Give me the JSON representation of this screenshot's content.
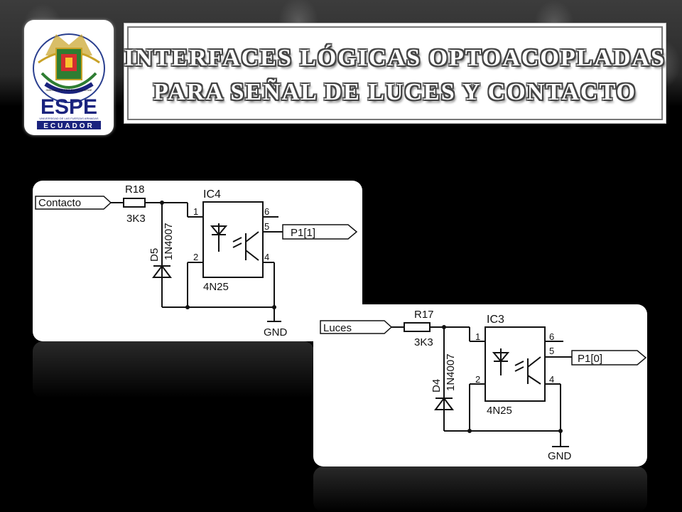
{
  "title": {
    "line1": "Interfaces lógicas optoacopladas",
    "line2": "para señal de luces y contacto"
  },
  "logo": {
    "name": "ESPE",
    "motto": "INNOVATIÓN PRO EXCELLENTIAE",
    "university": "UNIVERSIDAD DE LAS FUERZAS ARMADAS",
    "country": "ECUADOR"
  },
  "circuit1": {
    "input": "Contacto",
    "resistor": "R18",
    "resistor_value": "3K3",
    "ic": "IC4",
    "ic_part": "4N25",
    "diode": "D5",
    "diode_part": "1N4007",
    "pin1": "1",
    "pin2": "2",
    "pin4": "4",
    "pin5": "5",
    "pin6": "6",
    "output": "P1[1]",
    "gnd": "GND"
  },
  "circuit2": {
    "input": "Luces",
    "resistor": "R17",
    "resistor_value": "3K3",
    "ic": "IC3",
    "ic_part": "4N25",
    "diode": "D4",
    "diode_part": "1N4007",
    "pin1": "1",
    "pin2": "2",
    "pin4": "4",
    "pin5": "5",
    "pin6": "6",
    "output": "P1[0]",
    "gnd": "GND"
  }
}
